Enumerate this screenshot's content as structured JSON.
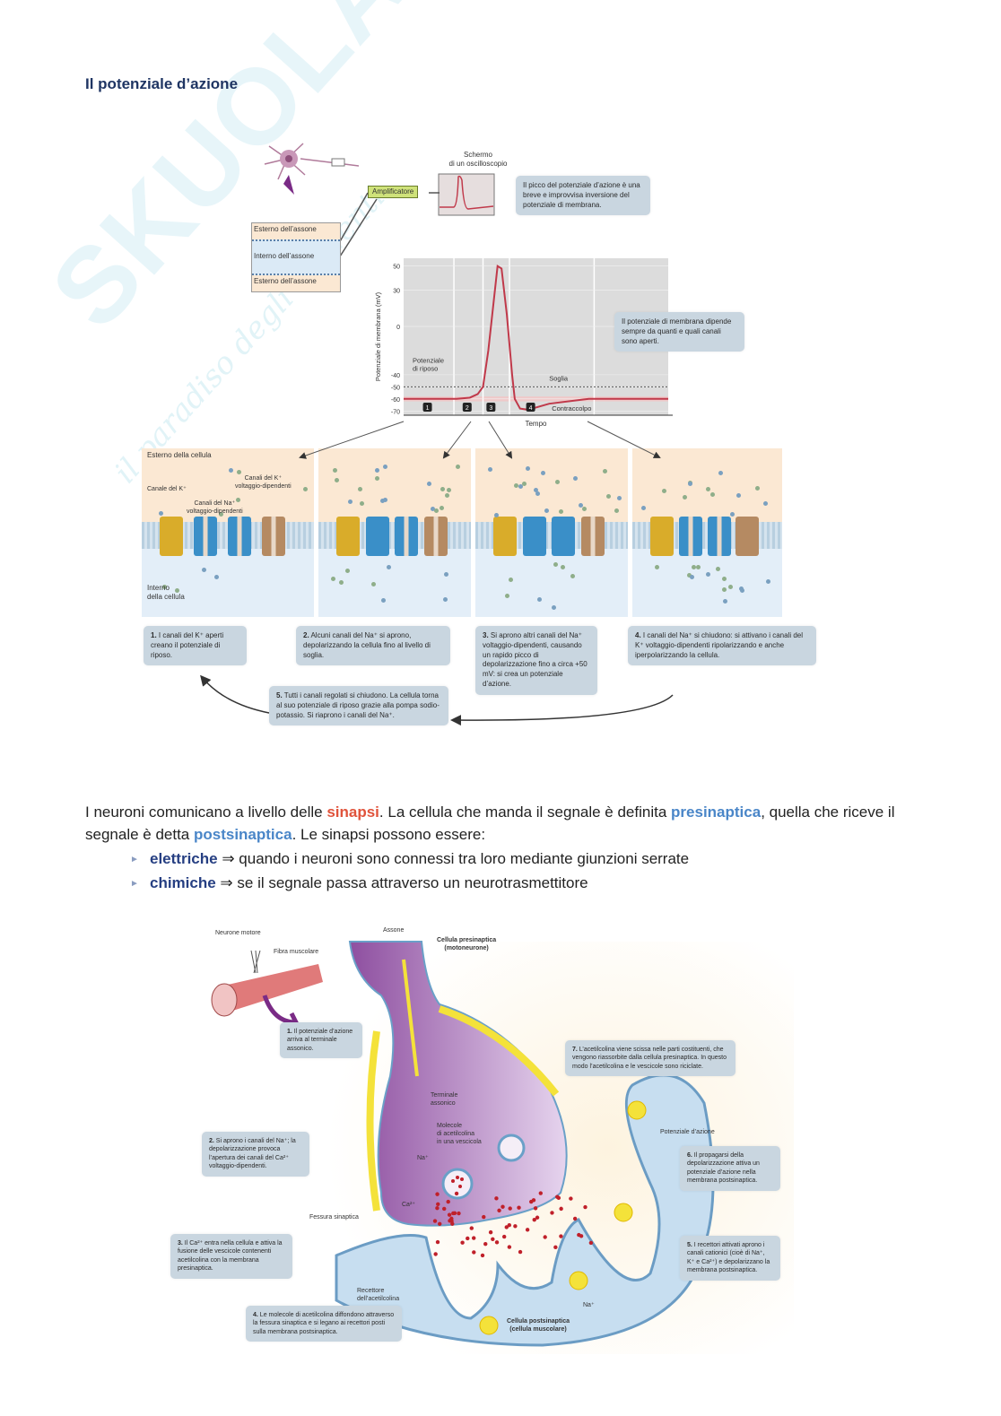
{
  "title": "Il potenziale d’azione",
  "watermark": {
    "brand": "SKUOLA.net",
    "tagline": "il paradiso degli studenti"
  },
  "fig1": {
    "oscilloscope_label": [
      "Schermo",
      "di un oscilloscopio"
    ],
    "amplifier_label": "Amplificatore",
    "axon_labels": [
      "Esterno dell’assone",
      "Interno dell’assone",
      "Esterno dell’assone"
    ],
    "callout_peak": "Il picco del potenziale d’azione è una breve e improvvisa inversione del potenziale di membrana.",
    "callout_membrane": "Il potenziale di membrana dipende sempre da quanti e quali canali sono aperti.",
    "resting_label": [
      "Potenziale",
      "di riposo"
    ],
    "threshold_label": "Soglia",
    "rebound_label": "Contraccolpo",
    "panel_labels": {
      "outside": "Esterno della cellula",
      "inside": [
        "Interno",
        "della cellula"
      ],
      "k_channel": "Canale del K⁺",
      "na_channels": [
        "Canali del Na⁺",
        "voltaggio-dipendenti"
      ],
      "k_vg_channels": [
        "Canali del K⁺",
        "voltaggio-dipendenti"
      ]
    },
    "steps": [
      {
        "num": "1.",
        "text": "I canali del K⁺ aperti creano il potenziale di riposo."
      },
      {
        "num": "2.",
        "text": "Alcuni canali del Na⁺ si aprono, depolarizzando la cellula fino al livello di soglia."
      },
      {
        "num": "3.",
        "text": "Si aprono altri canali del Na⁺ voltaggio-dipendenti, causando un rapido picco di depolarizzazione fino a circa +50 mV: si crea un potenziale d’azione."
      },
      {
        "num": "4.",
        "text": "I canali del Na⁺ si chiudono: si attivano i canali del K⁺ voltaggio-dipendenti ripolarizzando e anche iperpolarizzando la cellula."
      },
      {
        "num": "5.",
        "text": "Tutti i canali regolati si chiudono. La cellula torna al suo potenziale di riposo grazie alla pompa sodio-potassio. Si riaprono i canali del Na⁺."
      }
    ]
  },
  "chart_data": {
    "type": "line",
    "title": "",
    "xlabel": "Tempo",
    "ylabel": "Potenziale di membrana (mV)",
    "yticks": [
      50,
      30,
      0,
      -40,
      -50,
      -60,
      -70
    ],
    "ylim": [
      -75,
      55
    ],
    "xlim": [
      0,
      100
    ],
    "threshold": -50,
    "resting": -60,
    "series": [
      {
        "name": "potenziale",
        "x": [
          0,
          20,
          25,
          28,
          30,
          32,
          34,
          35.5,
          37,
          39,
          41,
          42,
          44,
          47,
          55,
          70,
          100
        ],
        "y": [
          -60,
          -60,
          -59,
          -56,
          -50,
          -20,
          20,
          50,
          48,
          10,
          -40,
          -60,
          -68,
          -69,
          -64,
          -60,
          -60
        ]
      }
    ],
    "phase_markers": [
      {
        "label": "1",
        "t": 9
      },
      {
        "label": "2",
        "t": 24
      },
      {
        "label": "3",
        "t": 33
      },
      {
        "label": "4",
        "t": 48
      }
    ]
  },
  "text": {
    "p1_a": "I neuroni comunicano a livello delle ",
    "p1_sinapsi": "sinapsi",
    "p1_b": ". La cellula che manda il segnale è definita ",
    "p1_pre": "presinaptica",
    "p1_c": ", quella che riceve il segnale è detta ",
    "p1_post": "postsinaptica",
    "p1_d": ". Le sinapsi possono essere:",
    "bullets": [
      {
        "kw": "elettriche",
        "rest": " ⇒ quando i neuroni sono connessi tra loro mediante giunzioni serrate"
      },
      {
        "kw": "chimiche",
        "rest": " ⇒ se il segnale passa attraverso un neurotrasmettitore"
      }
    ]
  },
  "fig2": {
    "labels": {
      "motor_neuron": "Neurone motore",
      "muscle_fiber": "Fibra muscolare",
      "axon": "Assone",
      "presyn": [
        "Cellula presinaptica",
        "(motoneurone)"
      ],
      "terminal": [
        "Terminale",
        "assonico"
      ],
      "vesicle": [
        "Molecole",
        "di acetilcolina",
        "in una vescicola"
      ],
      "na1": "Na⁺",
      "ca": "Ca²⁺",
      "ap": "Potenziale d’azione",
      "cleft": "Fessura sinaptica",
      "receptor": [
        "Recettore",
        "dell’acetilcolina"
      ],
      "na2": "Na⁺",
      "postsyn": [
        "Cellula postsinaptica",
        "(cellula muscolare)"
      ]
    },
    "steps": [
      {
        "num": "1.",
        "text": "Il potenziale d’azione arriva al terminale assonico."
      },
      {
        "num": "2.",
        "text": "Si aprono i canali del Na⁺; la depolarizzazione provoca l’apertura dei canali del Ca²⁺ voltaggio-dipendenti."
      },
      {
        "num": "3.",
        "text": "Il Ca²⁺ entra nella cellula e attiva la fusione delle vescicole contenenti acetilcolina con la membrana presinaptica."
      },
      {
        "num": "4.",
        "text": "Le molecole di acetilcolina diffondono attraverso la fessura sinaptica e si legano ai recettori posti sulla membrana postsinaptica."
      },
      {
        "num": "5.",
        "text": "I recettori attivati aprono i canali cationici (cioè di Na⁺, K⁺ e Ca²⁺) e depolarizzano la membrana postsinaptica."
      },
      {
        "num": "6.",
        "text": "Il propagarsi della depolarizzazione attiva un potenziale d’azione nella membrana postsinaptica."
      },
      {
        "num": "7.",
        "text": "L’acetilcolina viene scissa nelle parti costituenti, che vengono riassorbite dalla cellula presinaptica. In questo modo l’acetilcolina e le vescicole sono riciclate."
      }
    ]
  },
  "colors": {
    "title": "#1f3563",
    "sinapsi": "#e0533b",
    "keyword_blue": "#4a86c8",
    "keyword_dark": "#263f82",
    "curve": "#c0394a",
    "callout": "#c9d6e0"
  }
}
